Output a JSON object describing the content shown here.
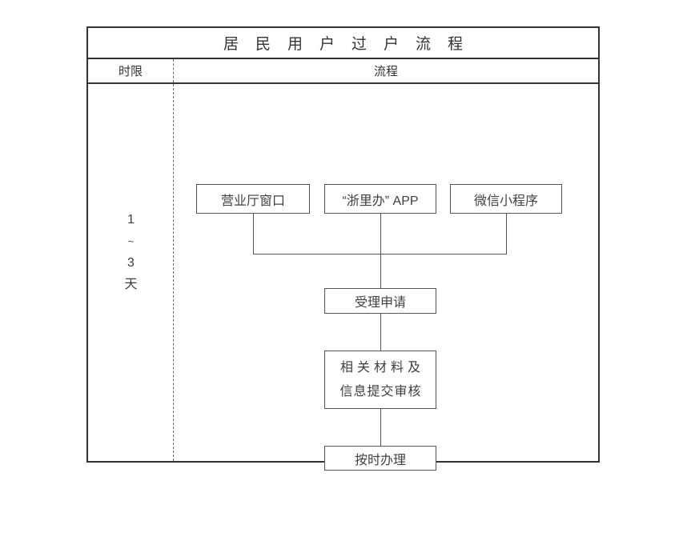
{
  "title": "居民用户过户流程",
  "columns": {
    "time_limit": "时限",
    "process": "流程"
  },
  "time_limit": {
    "lines": [
      "1",
      "~",
      "3",
      "天"
    ]
  },
  "flow": {
    "channels": [
      "营业厅窗口",
      "“浙里办” APP",
      "微信小程序"
    ],
    "accept_label": "受理申请",
    "materials_line1": "相关材料及",
    "materials_line2": "信息提交审核",
    "ontime_label": "按时办理"
  },
  "colors": {
    "outer_border": "#333333",
    "flow_line": "#555555",
    "text": "#3c3c3c",
    "background": "#ffffff"
  }
}
